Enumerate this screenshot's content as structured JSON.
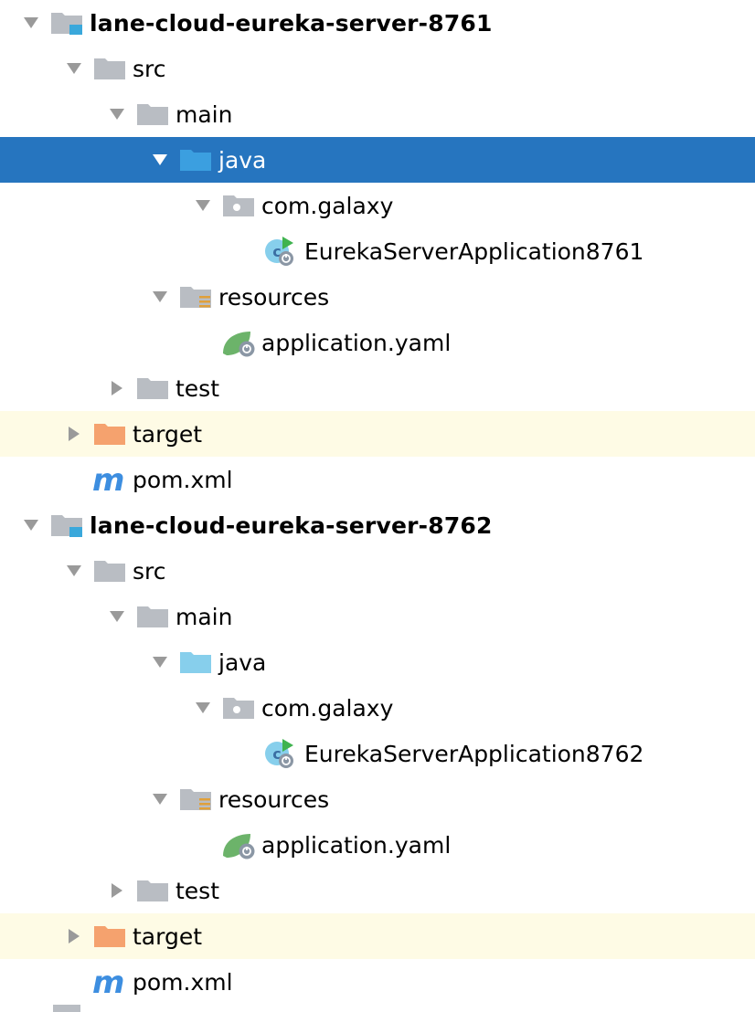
{
  "tree": [
    {
      "label": "lane-cloud-eureka-server-8761",
      "depth": 0,
      "arrow": "down",
      "icon": "module-folder-icon",
      "bold": true,
      "state": ""
    },
    {
      "label": "src",
      "depth": 1,
      "arrow": "down",
      "icon": "folder-icon",
      "state": ""
    },
    {
      "label": "main",
      "depth": 2,
      "arrow": "down",
      "icon": "folder-icon",
      "state": ""
    },
    {
      "label": "java",
      "depth": 3,
      "arrow": "down",
      "icon": "source-folder-icon",
      "state": "selected"
    },
    {
      "label": "com.galaxy",
      "depth": 4,
      "arrow": "down",
      "icon": "package-icon",
      "state": ""
    },
    {
      "label": "EurekaServerApplication8761",
      "depth": 5,
      "arrow": "none",
      "icon": "spring-boot-class-icon",
      "state": ""
    },
    {
      "label": "resources",
      "depth": 3,
      "arrow": "down",
      "icon": "resources-folder-icon",
      "state": ""
    },
    {
      "label": "application.yaml",
      "depth": 4,
      "arrow": "none",
      "icon": "spring-config-icon",
      "state": ""
    },
    {
      "label": "test",
      "depth": 2,
      "arrow": "right",
      "icon": "folder-icon",
      "state": ""
    },
    {
      "label": "target",
      "depth": 1,
      "arrow": "right",
      "icon": "excluded-folder-icon",
      "state": "excluded"
    },
    {
      "label": "pom.xml",
      "depth": 1,
      "arrow": "none",
      "icon": "maven-icon",
      "state": ""
    },
    {
      "label": "lane-cloud-eureka-server-8762",
      "depth": 0,
      "arrow": "down",
      "icon": "module-folder-icon",
      "bold": true,
      "state": ""
    },
    {
      "label": "src",
      "depth": 1,
      "arrow": "down",
      "icon": "folder-icon",
      "state": ""
    },
    {
      "label": "main",
      "depth": 2,
      "arrow": "down",
      "icon": "folder-icon",
      "state": ""
    },
    {
      "label": "java",
      "depth": 3,
      "arrow": "down",
      "icon": "source-folder-icon",
      "state": ""
    },
    {
      "label": "com.galaxy",
      "depth": 4,
      "arrow": "down",
      "icon": "package-icon",
      "state": ""
    },
    {
      "label": "EurekaServerApplication8762",
      "depth": 5,
      "arrow": "none",
      "icon": "spring-boot-class-icon",
      "state": ""
    },
    {
      "label": "resources",
      "depth": 3,
      "arrow": "down",
      "icon": "resources-folder-icon",
      "state": ""
    },
    {
      "label": "application.yaml",
      "depth": 4,
      "arrow": "none",
      "icon": "spring-config-icon",
      "state": ""
    },
    {
      "label": "test",
      "depth": 2,
      "arrow": "right",
      "icon": "folder-icon",
      "state": ""
    },
    {
      "label": "target",
      "depth": 1,
      "arrow": "right",
      "icon": "excluded-folder-icon",
      "state": "excluded"
    },
    {
      "label": "pom.xml",
      "depth": 1,
      "arrow": "none",
      "icon": "maven-icon",
      "state": ""
    }
  ],
  "colors": {
    "selection": "#2675bf",
    "excluded_row": "#fefbe5",
    "folder": "#b9bdc3",
    "source_folder": "#87cfec",
    "excluded_folder": "#f5a26e",
    "module_marker": "#3aa8db",
    "maven": "#3d8ee0",
    "spring_green": "#6cb36a",
    "arrow": "#9a9a9a"
  }
}
